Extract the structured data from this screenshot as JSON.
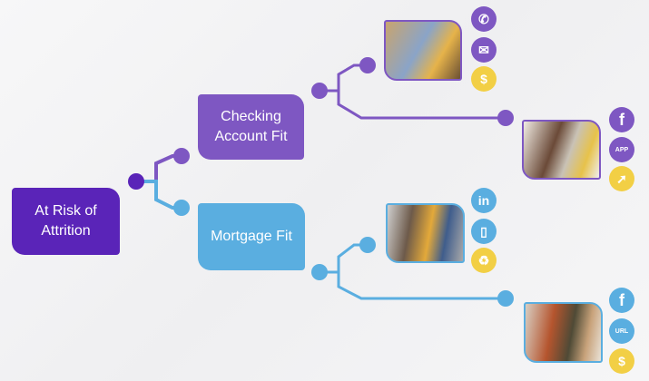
{
  "colors": {
    "root": "#5a24b8",
    "checking": "#7e57c2",
    "mortgage": "#5aaee0",
    "accent_yellow": "#f2cf45"
  },
  "root": {
    "label_line1": "At Risk of",
    "label_line2": "Attrition"
  },
  "branches": [
    {
      "label_line1": "Checking",
      "label_line2": "Account Fit",
      "leaves": [
        {
          "photo": "senior-couple-hugging",
          "icons": [
            "phone-icon",
            "email-icon",
            "dollar-cycle-icon"
          ]
        },
        {
          "photo": "father-child-cooking",
          "icons": [
            "facebook-icon",
            "app-icon",
            "click-cursor-icon"
          ]
        }
      ]
    },
    {
      "label": "Mortgage Fit",
      "leaves": [
        {
          "photo": "woman-yellow-sweater",
          "icons": [
            "linkedin-icon",
            "mobile-phone-icon",
            "recycle-icon"
          ]
        },
        {
          "photo": "family-on-couch",
          "icons": [
            "facebook-icon",
            "url-web-icon",
            "dollar-cycle-icon"
          ]
        }
      ]
    }
  ]
}
